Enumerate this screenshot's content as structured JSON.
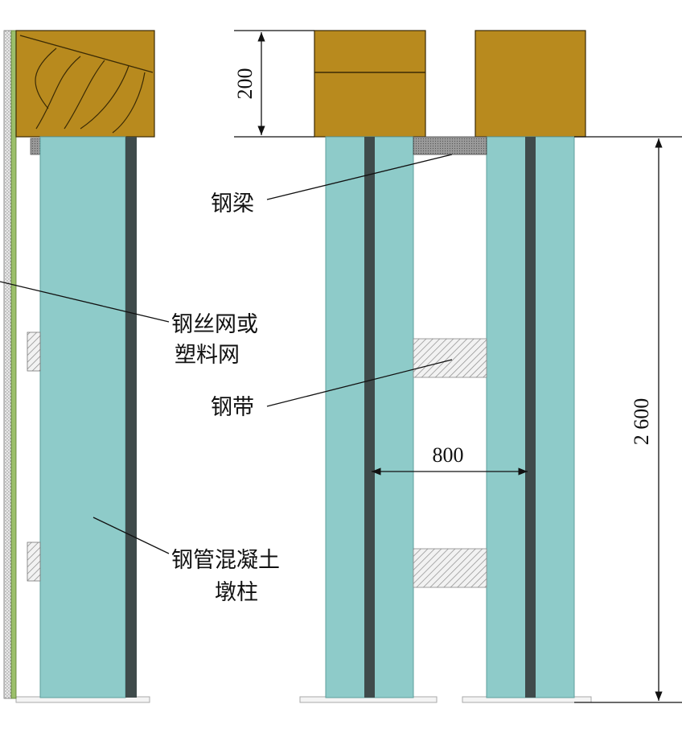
{
  "labels": {
    "steel_beam": "钢梁",
    "mesh_line1": "钢丝网或",
    "mesh_line2": "塑料网",
    "steel_strap": "钢带",
    "column_line1": "钢管混凝土",
    "column_line2": "墩柱"
  },
  "dimensions": {
    "cap_height": "200",
    "column_spacing": "800",
    "column_height": "2 600"
  },
  "colors": {
    "column_fill": "#8ecbc9",
    "steel_core": "#3f4b4b",
    "cap_wood": "#b88a1e",
    "beam_fill": "#8a8a8a",
    "strap_fill": "#e6e6e6",
    "mesh_fill": "#d9d9d9",
    "mesh_green": "#9cc06b"
  }
}
